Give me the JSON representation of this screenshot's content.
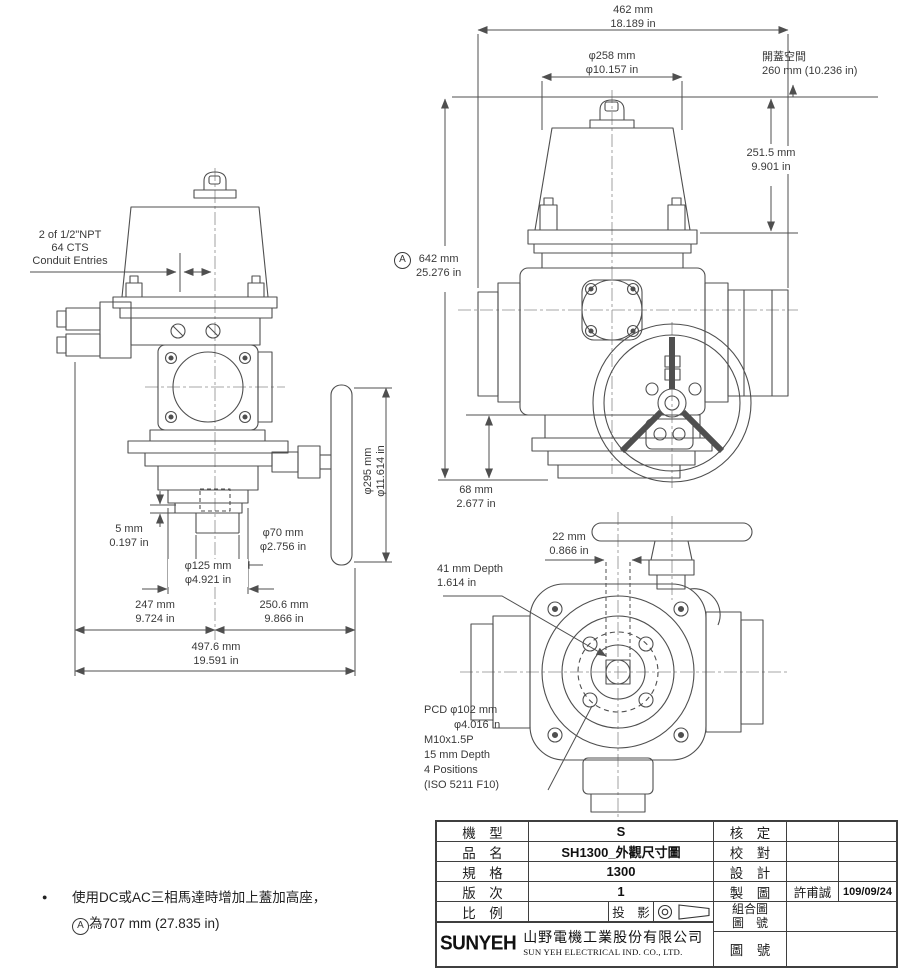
{
  "labels": {
    "conduit": {
      "line1": "2 of 1/2\"NPT",
      "line2": "64 CTS",
      "line3": "Conduit Entries"
    },
    "dim_462": {
      "mm": "462 mm",
      "in": "18.189 in"
    },
    "dim_258": {
      "mm": "φ258 mm",
      "in": "φ10.157 in"
    },
    "open_space": {
      "line1": "開蓋空間",
      "line2": "260 mm (10.236 in)"
    },
    "dim_2515": {
      "mm": "251.5 mm",
      "in": "9.901 in"
    },
    "dim_642": {
      "symbol": "A",
      "mm": "642 mm",
      "in": "25.276 in"
    },
    "dim_68": {
      "mm": "68 mm",
      "in": "2.677 in"
    },
    "dim_5": {
      "mm": "5 mm",
      "in": "0.197 in"
    },
    "dim_70": {
      "mm": "φ70 mm",
      "in": "φ2.756 in"
    },
    "dim_125": {
      "mm": "φ125 mm",
      "in": "φ4.921 in"
    },
    "dim_247": {
      "mm": "247 mm",
      "in": "9.724 in"
    },
    "dim_2506": {
      "mm": "250.6 mm",
      "in": "9.866 in"
    },
    "dim_4976": {
      "mm": "497.6 mm",
      "in": "19.591 in"
    },
    "dim_295": {
      "mm": "φ295 mm",
      "in": "φ11.614 in"
    },
    "dim_22": {
      "mm": "22 mm",
      "in": "0.866 in"
    },
    "dim_41": {
      "line1": "41 mm Depth",
      "line2": "1.614 in"
    },
    "pcd": {
      "line1": "PCD φ102 mm",
      "line2": "φ4.016 in",
      "line3": "M10x1.5P",
      "line4": "15 mm Depth",
      "line5": "4 Positions",
      "line6": "(ISO 5211 F10)"
    }
  },
  "title_block": {
    "left_rows": [
      {
        "label": "機　型",
        "value": "S"
      },
      {
        "label": "品　名",
        "value": "SH1300_外觀尺寸圖"
      },
      {
        "label": "規　格",
        "value": "1300"
      },
      {
        "label": "版　次",
        "value": "1"
      }
    ],
    "right_rows": [
      {
        "label": "核　定",
        "value": "",
        "extra": ""
      },
      {
        "label": "校　對",
        "value": "",
        "extra": ""
      },
      {
        "label": "設　計",
        "value": "",
        "extra": ""
      },
      {
        "label": "製　圖",
        "value": "許甫誠",
        "extra": "109/09/24"
      }
    ],
    "scale_label": "比　例",
    "projection_label": "投　影",
    "assembly_label_line1": "組合圖",
    "assembly_label_line2": "圖　號",
    "drawing_no_label": "圖　號",
    "logo_text": "SUNYEH",
    "company_zh": "山野電機工業股份有限公司",
    "company_en": "SUN YEH ELECTRICAL IND. CO., LTD."
  },
  "note": {
    "bullet": "●",
    "line1": "使用DC或AC三相馬達時增加上蓋加高座，",
    "a_symbol": "A",
    "line2": "為707 mm (27.835 in)"
  }
}
